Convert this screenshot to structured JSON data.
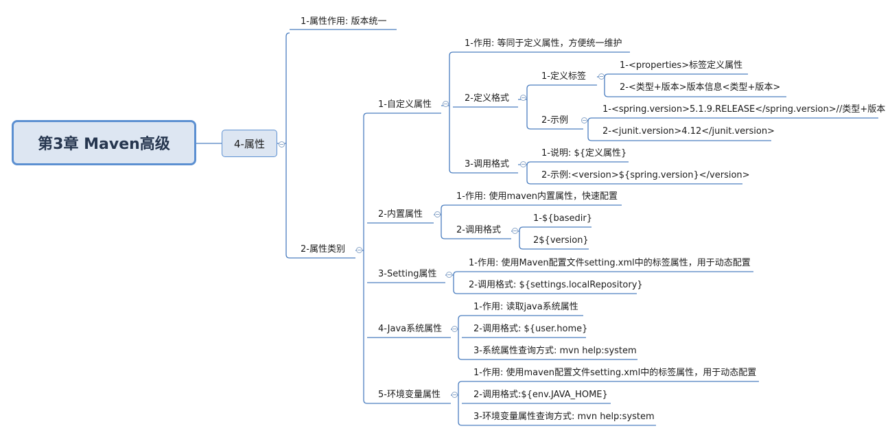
{
  "root": {
    "label": "第3章 Maven高级"
  },
  "main_topic": {
    "label": "4-属性"
  },
  "branches": {
    "purpose": {
      "label": "1-属性作用: 版本统一"
    },
    "types": {
      "label": "2-属性类别"
    }
  },
  "custom": {
    "label": "1-自定义属性",
    "role": "1-作用: 等同于定义属性，方便统一维护",
    "format": {
      "label": "2-定义格式",
      "tag": {
        "label": "1-定义标签",
        "items": [
          "1-<properties>标签定义属性",
          "2-<类型+版本>版本信息<类型+版本>"
        ]
      },
      "example": {
        "label": "2-示例",
        "items": [
          "1-<spring.version>5.1.9.RELEASE</spring.version>//类型+版本",
          "2-<junit.version>4.12</junit.version>"
        ]
      }
    },
    "call": {
      "label": "3-调用格式",
      "items": [
        "1-说明: ${定义属性}",
        "2-示例:<version>${spring.version}</version>"
      ]
    }
  },
  "builtin": {
    "label": "2-内置属性",
    "role": "1-作用: 使用maven内置属性，快速配置",
    "call": {
      "label": "2-调用格式",
      "items": [
        "1-${basedir}",
        "2${version}"
      ]
    }
  },
  "setting": {
    "label": "3-Setting属性",
    "items": [
      "1-作用: 使用Maven配置文件setting.xml中的标签属性，用于动态配置",
      "2-调用格式: ${settings.localRepository}"
    ]
  },
  "java": {
    "label": "4-Java系统属性",
    "items": [
      "1-作用: 读取java系统属性",
      "2-调用格式: ${user.home}",
      "3-系统属性查询方式: mvn help:system"
    ]
  },
  "env": {
    "label": "5-环境变量属性",
    "items": [
      "1-作用: 使用maven配置文件setting.xml中的标签属性，用于动态配置",
      "2-调用格式:${env.JAVA_HOME}",
      "3-环境变量属性查询方式: mvn help:system"
    ]
  },
  "colors": {
    "line": "#4a7dbf",
    "root_fill": "#dde6f2",
    "root_border": "#5b8fd1",
    "text": "#1a1a1a"
  }
}
